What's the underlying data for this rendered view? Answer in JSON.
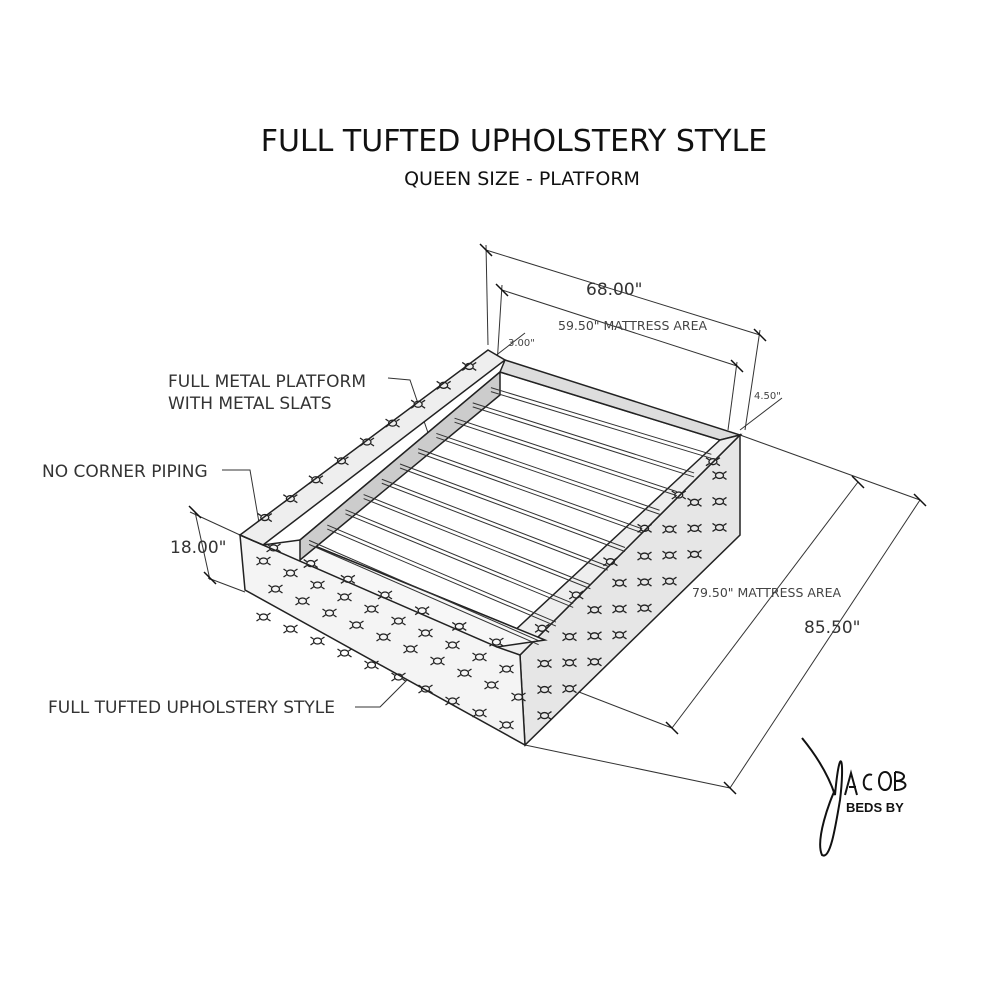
{
  "title": "FULL TUFTED UPHOLSTERY STYLE",
  "subtitle": "QUEEN SIZE - PLATFORM",
  "callouts": {
    "platform_line1": "FULL METAL PLATFORM",
    "platform_line2": "WITH METAL SLATS",
    "corner": "NO CORNER PIPING",
    "upholstery": "FULL TUFTED UPHOLSTERY STYLE"
  },
  "dimensions": {
    "overall_width": "68.00\"",
    "mattress_width": "59.50\" MATTRESS AREA",
    "rail_back": "3.00\"",
    "rail_side": "4.50\"",
    "height": "18.00\"",
    "mattress_length": "79.50\" MATTRESS AREA",
    "overall_length": "85.50\""
  },
  "logo": {
    "script": "JACOB",
    "text": "BEDS BY"
  }
}
